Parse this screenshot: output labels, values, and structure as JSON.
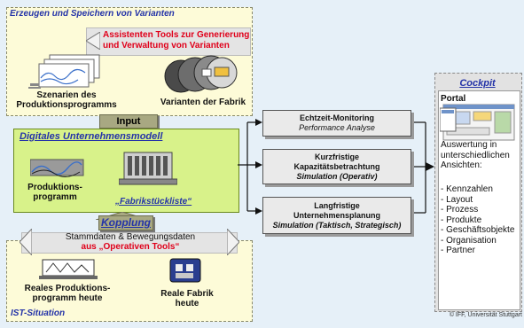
{
  "varianten": {
    "title": "Erzeugen und Speichern von Varianten",
    "assistenten_line1": "Assistenten Tools zur Generierung",
    "assistenten_line2": "und Verwaltung von Varianten",
    "szenarien_line1": "Szenarien des",
    "szenarien_line2": "Produktionsprogramms",
    "fabrik_varianten": "Varianten der Fabrik"
  },
  "input_label": "Input",
  "modell": {
    "title": "Digitales Unternehmensmodell",
    "produktion_line1": "Produktions-",
    "produktion_line2": "programm",
    "stueckliste": "„Fabrikstückliste“"
  },
  "kopplung_label": "Kopplung",
  "ist": {
    "stammdaten_line1": "Stammdaten & Bewegungsdaten",
    "stammdaten_line2": "aus „Operativen Tools“",
    "reales_line1": "Reales Produktions-",
    "reales_line2": "programm heute",
    "fabrik_line1": "Reale Fabrik",
    "fabrik_line2": "heute",
    "title": "IST-Situation"
  },
  "processes": [
    {
      "line1": "Echtzeit-Monitoring",
      "line2": "",
      "italic": "Performance Analyse"
    },
    {
      "line1": "Kurzfristige",
      "line2": "Kapazitätsbetrachtung",
      "italic": "Simulation (Operativ)"
    },
    {
      "line1": "Langfristige",
      "line2": "Unternehmensplanung",
      "italic": "Simulation (Taktisch, Strategisch)"
    }
  ],
  "cockpit": {
    "title": "Cockpit",
    "portal": "Portal",
    "desc_line1": "Auswertung in",
    "desc_line2": "unterschiedlichen",
    "desc_line3": "Ansichten:",
    "items": [
      "- Kennzahlen",
      "- Layout",
      "- Prozess",
      "- Produkte",
      "- Geschäftsobjekte",
      "- Organisation",
      "- Partner"
    ]
  },
  "copyright": "© IFF, Universität Stuttgart",
  "colors": {
    "accent_red": "#e0001a",
    "title_blue": "#2433a8",
    "model_green": "#d8f28a",
    "area_yellow": "#fdfbd8"
  }
}
